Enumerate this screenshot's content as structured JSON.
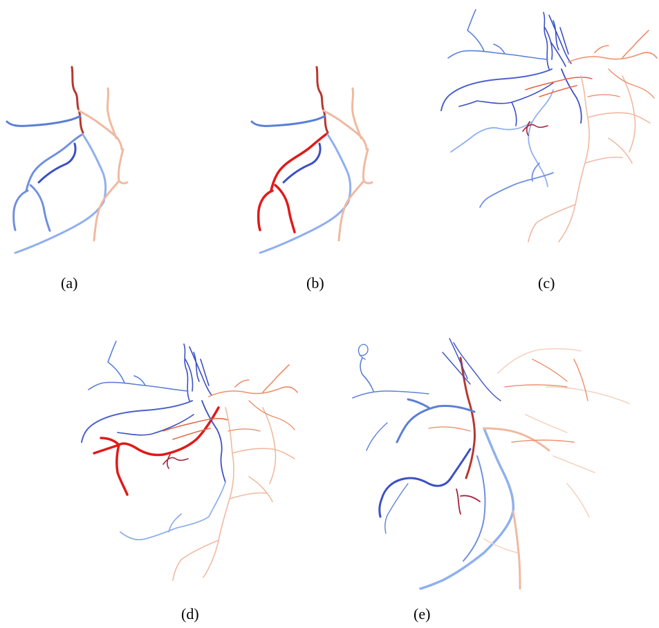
{
  "captions": {
    "a": "(a)",
    "b": "(b)",
    "c": "(c)",
    "d": "(d)",
    "e": "(e)"
  },
  "colors": {
    "dark_red": "#b5372e",
    "bright_red": "#e01919",
    "maroon": "#a3223a",
    "dark_blue": "#3b4fc4",
    "mid_blue": "#5b7fd6",
    "light_blue": "#8fb0ef",
    "peach": "#f0b9a0",
    "salmon": "#ec8f6c",
    "pale_peach": "#f6d2c0"
  }
}
